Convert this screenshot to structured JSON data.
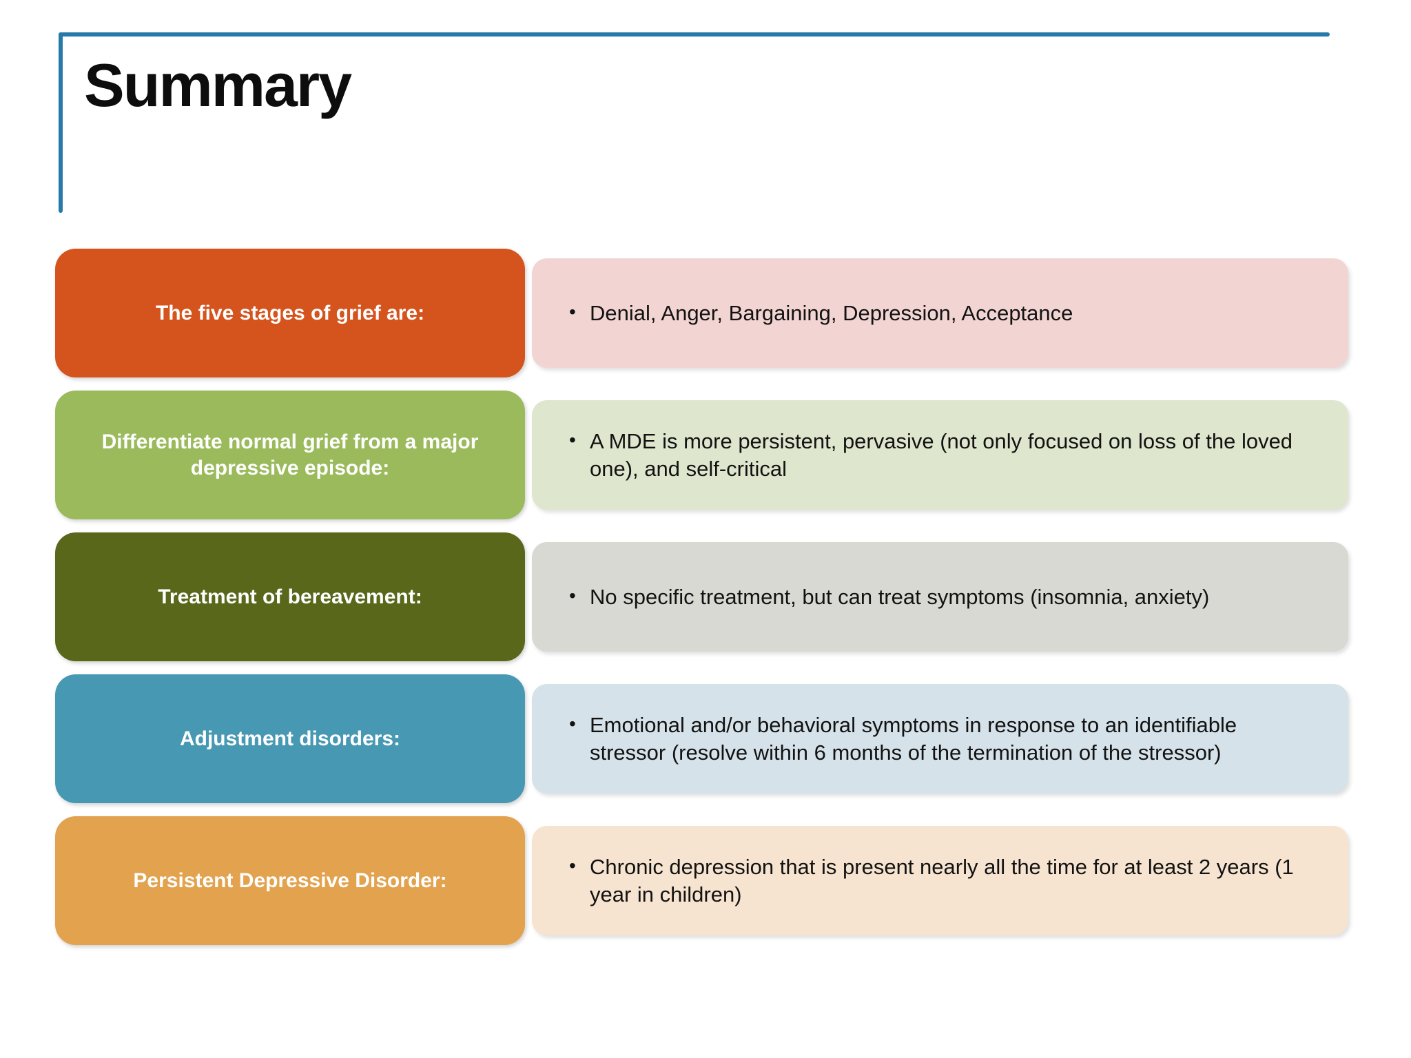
{
  "slide": {
    "title": "Summary",
    "accent_border_color": "#2779A8",
    "bullet_glyph": "•",
    "rows": [
      {
        "label": "The five stages of grief are:",
        "content": "Denial, Anger, Bargaining, Depression, Acceptance",
        "label_color": "#D5531C",
        "content_color": "#F2D5D2"
      },
      {
        "label": "Differentiate normal grief from a major depressive episode:",
        "content": "A MDE is more persistent, pervasive (not only focused on loss of the loved one), and self-critical",
        "label_color": "#9ABA5C",
        "content_color": "#DFE6CE"
      },
      {
        "label": "Treatment of bereavement:",
        "content": "No specific treatment, but can treat symptoms (insomnia, anxiety)",
        "label_color": "#59671A",
        "content_color": "#D9D9D3"
      },
      {
        "label": "Adjustment disorders:",
        "content": "Emotional and/or behavioral symptoms in response to an identifiable stressor (resolve within 6 months of the termination of the stressor)",
        "label_color": "#4798B3",
        "content_color": "#D6E2E9"
      },
      {
        "label": "Persistent Depressive Disorder:",
        "content": "Chronic depression that is present nearly all the time for at least 2 years (1 year in children)",
        "label_color": "#E3A24E",
        "content_color": "#F7E4D0"
      }
    ]
  }
}
